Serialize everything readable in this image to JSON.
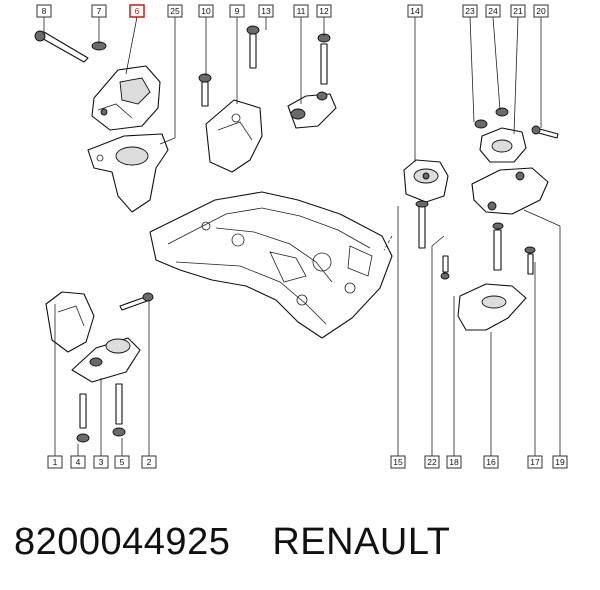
{
  "callouts": [
    {
      "id": "8",
      "highlight": false
    },
    {
      "id": "7",
      "highlight": false
    },
    {
      "id": "6",
      "highlight": true
    },
    {
      "id": "25",
      "highlight": false
    },
    {
      "id": "10",
      "highlight": false
    },
    {
      "id": "9",
      "highlight": false
    },
    {
      "id": "13",
      "highlight": false
    },
    {
      "id": "11",
      "highlight": false
    },
    {
      "id": "12",
      "highlight": false
    },
    {
      "id": "14",
      "highlight": false
    },
    {
      "id": "23",
      "highlight": false
    },
    {
      "id": "24",
      "highlight": false
    },
    {
      "id": "21",
      "highlight": false
    },
    {
      "id": "20",
      "highlight": false
    },
    {
      "id": "1",
      "highlight": false
    },
    {
      "id": "4",
      "highlight": false
    },
    {
      "id": "3",
      "highlight": false
    },
    {
      "id": "5",
      "highlight": false
    },
    {
      "id": "2",
      "highlight": false
    },
    {
      "id": "15",
      "highlight": false
    },
    {
      "id": "22",
      "highlight": false
    },
    {
      "id": "18",
      "highlight": false
    },
    {
      "id": "16",
      "highlight": false
    },
    {
      "id": "17",
      "highlight": false
    },
    {
      "id": "19",
      "highlight": false
    }
  ],
  "highlight_color": "#d01818",
  "caption": {
    "part_number": "8200044925",
    "brand": "RENAULT"
  }
}
